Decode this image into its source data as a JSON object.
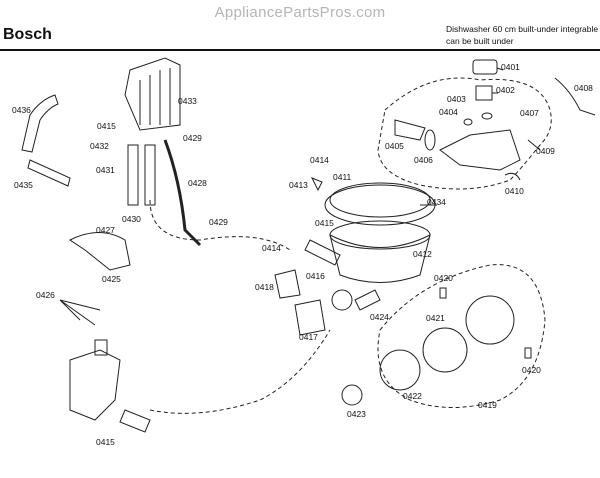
{
  "watermark": "AppliancePartsPros.com",
  "brand": "Bosch",
  "model_line1": "Dishwasher 60 cm built-under integrable",
  "model_line2": "can be built under",
  "labels": [
    "0436",
    "0435",
    "0433",
    "0415",
    "0429",
    "0432",
    "0431",
    "0428",
    "0430",
    "0429",
    "0427",
    "0425",
    "0426",
    "0415",
    "0414",
    "0413",
    "0411",
    "0434",
    "0415",
    "0412",
    "0414",
    "0416",
    "0418",
    "0417",
    "0424",
    "0420",
    "0421",
    "0419",
    "0422",
    "0423",
    "0420",
    "0401",
    "0402",
    "0403",
    "0404",
    "0405",
    "0406",
    "0407",
    "0408",
    "0409",
    "0410"
  ]
}
